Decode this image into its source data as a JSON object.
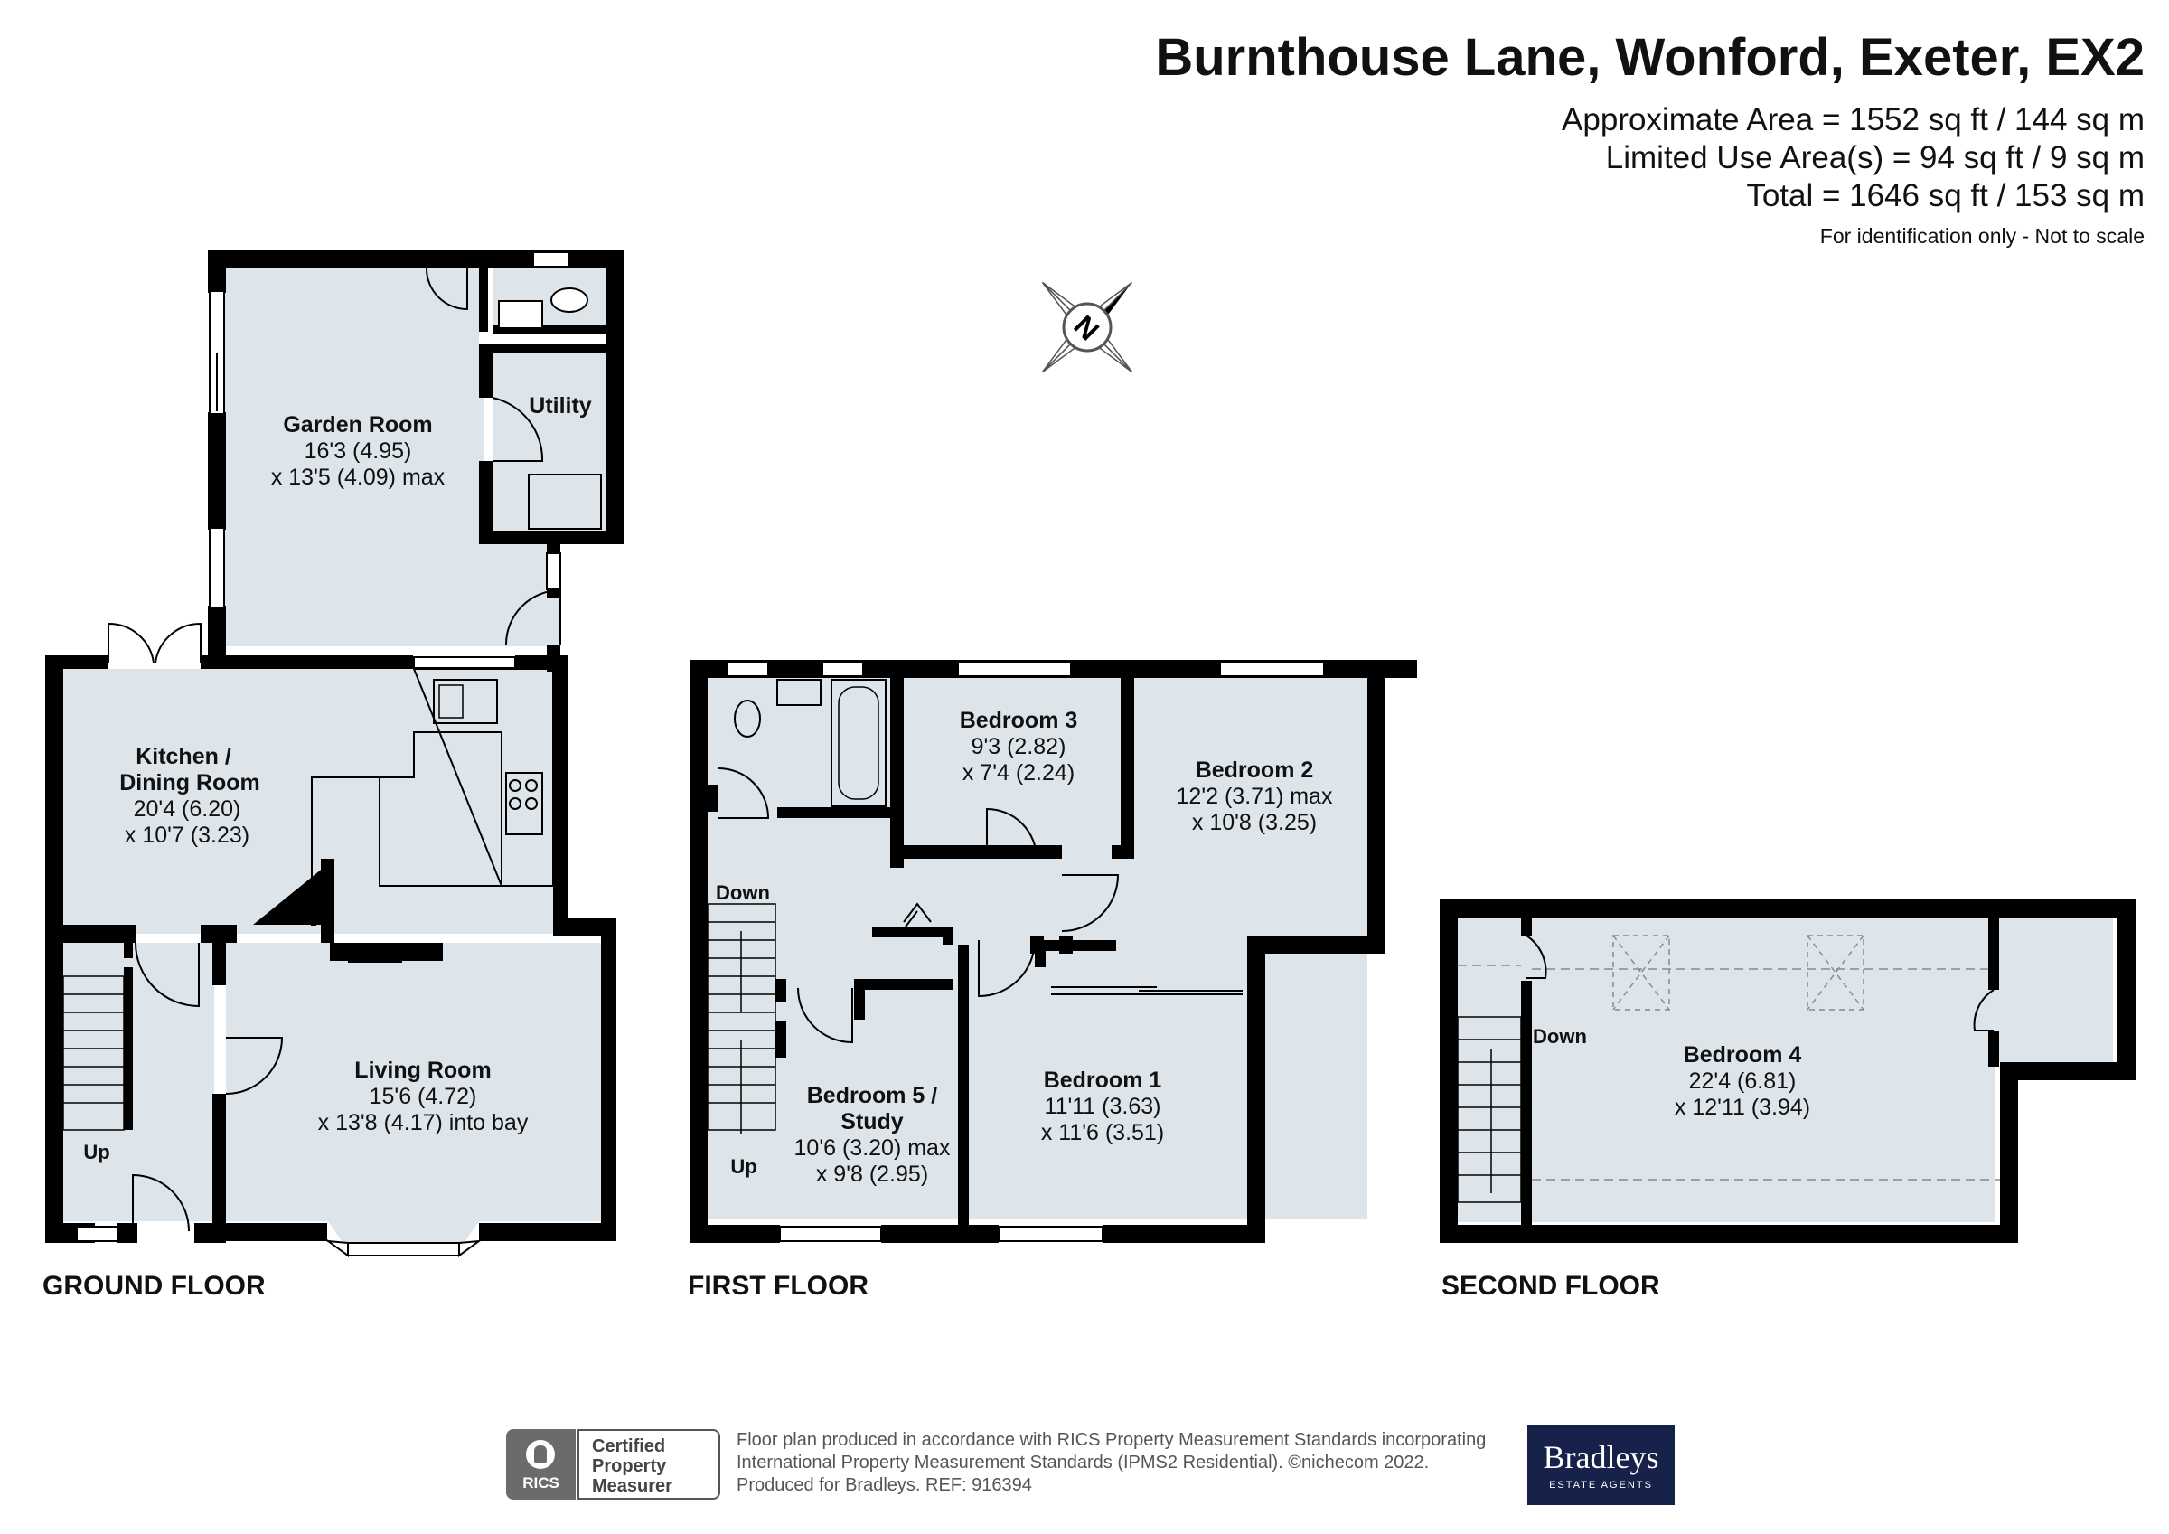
{
  "header": {
    "title": "Burnthouse Lane, Wonford, Exeter, EX2",
    "approximate_area": "Approximate Area = 1552 sq ft / 144 sq m",
    "limited_use_area": "Limited Use Area(s) = 94 sq ft / 9 sq m",
    "total": "Total = 1646 sq ft / 153 sq m",
    "disclaimer": "For identification only - Not to scale"
  },
  "compass": {
    "letter": "N"
  },
  "ground_floor": {
    "label": "GROUND FLOOR",
    "garden_room": {
      "name": "Garden Room",
      "dim1": "16'3 (4.95)",
      "dim2": "x 13'5 (4.09) max"
    },
    "utility": {
      "name": "Utility"
    },
    "kitchen": {
      "name1": "Kitchen /",
      "name2": "Dining Room",
      "dim1": "20'4 (6.20)",
      "dim2": "x 10'7 (3.23)"
    },
    "living_room": {
      "name": "Living Room",
      "dim1": "15'6 (4.72)",
      "dim2": "x 13'8 (4.17) into bay"
    },
    "stairs_label": "Up"
  },
  "first_floor": {
    "label": "FIRST FLOOR",
    "bedroom3": {
      "name": "Bedroom 3",
      "dim1": "9'3 (2.82)",
      "dim2": "x 7'4 (2.24)"
    },
    "bedroom2": {
      "name": "Bedroom 2",
      "dim1": "12'2 (3.71) max",
      "dim2": "x 10'8 (3.25)"
    },
    "bedroom1": {
      "name": "Bedroom 1",
      "dim1": "11'11 (3.63)",
      "dim2": "x 11'6 (3.51)"
    },
    "bedroom5": {
      "name1": "Bedroom 5 /",
      "name2": "Study",
      "dim1": "10'6 (3.20) max",
      "dim2": "x 9'8 (2.95)"
    },
    "stairs_down": "Down",
    "stairs_up": "Up"
  },
  "second_floor": {
    "label": "SECOND FLOOR",
    "bedroom4": {
      "name": "Bedroom 4",
      "dim1": "22'4 (6.81)",
      "dim2": "x 12'11 (3.94)"
    },
    "stairs_down": "Down"
  },
  "footer": {
    "badge_line1": "Certified",
    "badge_line2": "Property",
    "badge_line3": "Measurer",
    "rics": "RICS",
    "line1": "Floor plan produced in accordance with RICS Property Measurement Standards incorporating",
    "line2": "International Property Measurement Standards (IPMS2 Residential).  ©nichecom 2022.",
    "line3": "Produced for Bradleys.   REF:  916394",
    "brand_name": "Bradleys",
    "brand_sub": "ESTATE AGENTS"
  },
  "colors": {
    "wall": "#000000",
    "floor": "#dde5ea",
    "limited_use_line": "#8a8a8a",
    "brand_bg": "#17224a"
  }
}
